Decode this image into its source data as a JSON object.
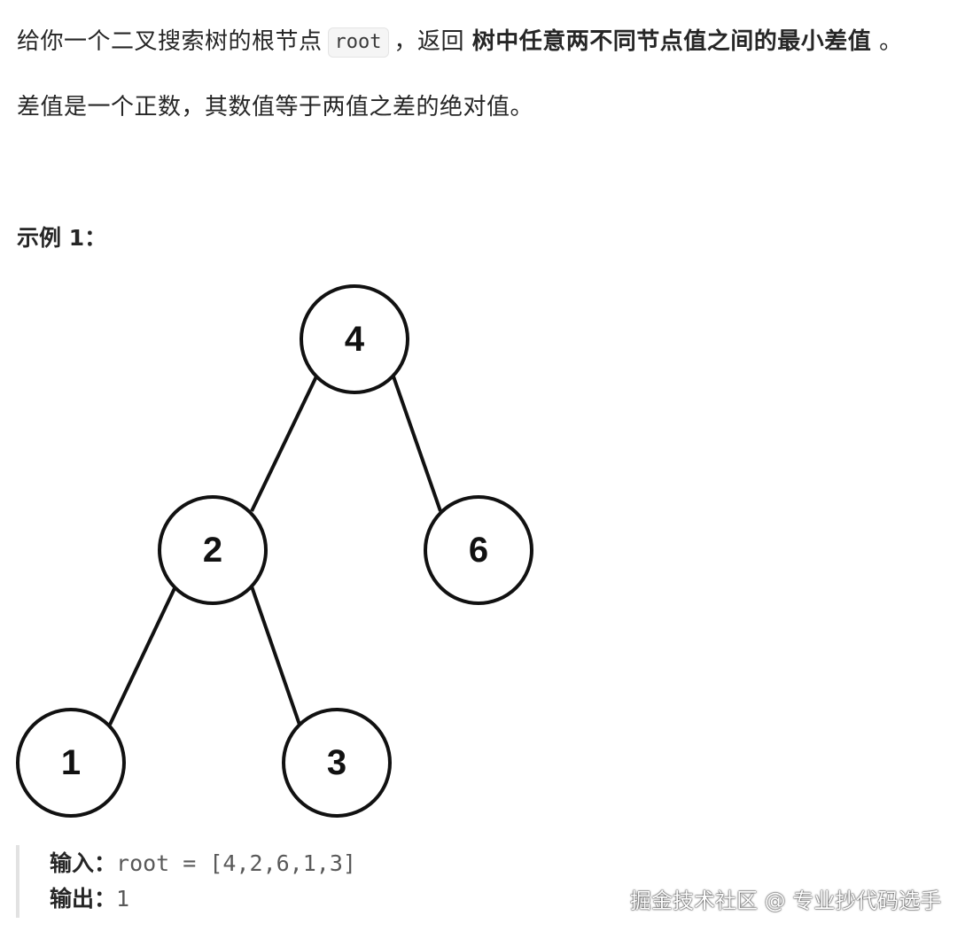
{
  "problem": {
    "intro_prefix": "给你一个二叉搜索树的根节点",
    "intro_code": "root",
    "intro_mid": "，返回",
    "intro_bold": "树中任意两不同节点值之间的最小差值",
    "intro_end": "。",
    "note": "差值是一个正数，其数值等于两值之差的绝对值。"
  },
  "example": {
    "title": "示例 1：",
    "tree_nodes": [
      "4",
      "2",
      "6",
      "1",
      "3"
    ],
    "input_label": "输入：",
    "input_value": "root = [4,2,6,1,3]",
    "output_label": "输出：",
    "output_value": "1"
  },
  "watermark": "掘金技术社区 @ 专业抄代码选手",
  "colors": {
    "text": "#262626",
    "stroke": "#111111",
    "code_bg": "#f5f5f5",
    "quote_border": "#e2e2e2"
  }
}
